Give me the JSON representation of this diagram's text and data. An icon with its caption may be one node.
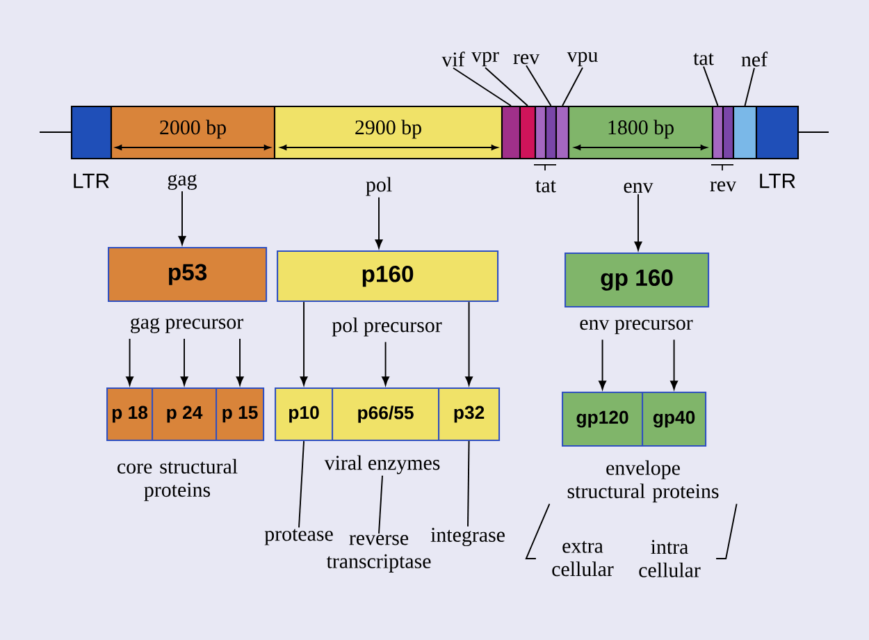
{
  "diagram": {
    "nodes": [
      {
        "text": [],
        "shape": "box",
        "beside": [
          "LTR"
        ]
      },
      {
        "text": [
          "2000 bp"
        ]
      },
      {
        "text": [
          "2900 bp"
        ]
      },
      {
        "text": [],
        "shape": "box"
      },
      {
        "text": [],
        "shape": "box"
      },
      {
        "text": [],
        "shape": "box"
      },
      {
        "text": [],
        "shape": "box"
      },
      {
        "text": [],
        "shape": "box"
      },
      {
        "text": [
          "1800 bp"
        ]
      },
      {
        "text": [],
        "shape": "box"
      },
      {
        "text": [],
        "shape": "box"
      },
      {
        "text": [],
        "shape": "box"
      },
      {
        "text": [],
        "shape": "box",
        "beside": [
          "LTR"
        ]
      },
      {
        "text": [
          "vif"
        ]
      },
      {
        "text": [
          "vpr"
        ]
      },
      {
        "text": [
          "rev"
        ]
      },
      {
        "text": [
          "vpu"
        ]
      },
      {
        "text": [
          "tat"
        ]
      },
      {
        "text": [
          "nef"
        ]
      },
      {
        "text": [
          "gag"
        ]
      },
      {
        "text": [
          "pol"
        ]
      },
      {
        "text": [
          "env"
        ]
      },
      {
        "text": [
          "p53"
        ],
        "beside": [
          "gag precursor"
        ]
      },
      {
        "text": [
          "p160"
        ],
        "beside": [
          "pol precursor"
        ]
      },
      {
        "text": [
          "gp 160"
        ],
        "beside": [
          "env precursor"
        ]
      },
      {
        "text": [
          "p 18"
        ]
      },
      {
        "text": [
          "p 24"
        ]
      },
      {
        "text": [
          "p 15"
        ]
      },
      {
        "text": [
          "p10"
        ]
      },
      {
        "text": [
          "p66/55"
        ]
      },
      {
        "text": [
          "p32"
        ]
      },
      {
        "text": [
          "gp120"
        ]
      },
      {
        "text": [
          "gp40"
        ]
      },
      {
        "text": [
          "viral enzymes"
        ]
      },
      {
        "text": [
          "protease"
        ]
      },
      {
        "text": [
          "reverse transcriptase"
        ]
      },
      {
        "text": [
          "integrase"
        ]
      },
      {
        "text": [
          "envelope structural proteins"
        ]
      },
      {
        "text": [
          "extra cellular"
        ]
      },
      {
        "text": [
          "intra cellular"
        ]
      }
    ],
    "edges": [
      {
        "from": 13,
        "to": 3,
        "arrow": "none"
      },
      {
        "from": 14,
        "to": 4,
        "arrow": "none"
      },
      {
        "from": 15,
        "to": 6,
        "arrow": "none"
      },
      {
        "from": 16,
        "to": 7,
        "arrow": "none"
      },
      {
        "from": 17,
        "to": 9,
        "arrow": "none"
      },
      {
        "from": 18,
        "to": 11,
        "arrow": "none"
      },
      {
        "from": 19,
        "to": 22,
        "arrow": "to"
      },
      {
        "from": 20,
        "to": 23,
        "arrow": "to"
      },
      {
        "from": 21,
        "to": 24,
        "arrow": "to"
      },
      {
        "from": 22,
        "to": 25,
        "arrow": "to"
      },
      {
        "from": 22,
        "to": 26,
        "arrow": "to"
      },
      {
        "from": 22,
        "to": 27,
        "arrow": "to"
      },
      {
        "from": 23,
        "to": 28,
        "arrow": "to"
      },
      {
        "from": 23,
        "to": 29,
        "arrow": "to"
      },
      {
        "from": 23,
        "to": 30,
        "arrow": "to"
      },
      {
        "from": 24,
        "to": 31,
        "arrow": "to"
      },
      {
        "from": 24,
        "to": 32,
        "arrow": "to"
      },
      {
        "from": 34,
        "to": 28,
        "arrow": "none"
      },
      {
        "from": 35,
        "to": 33,
        "arrow": "none"
      },
      {
        "from": 36,
        "to": 30,
        "arrow": "none"
      },
      {
        "from": 38,
        "to": 37,
        "arrow": "none"
      },
      {
        "from": 39,
        "to": 37,
        "arrow": "none"
      }
    ],
    "labels": [
      "tat",
      "rev",
      "core structural proteins"
    ]
  }
}
